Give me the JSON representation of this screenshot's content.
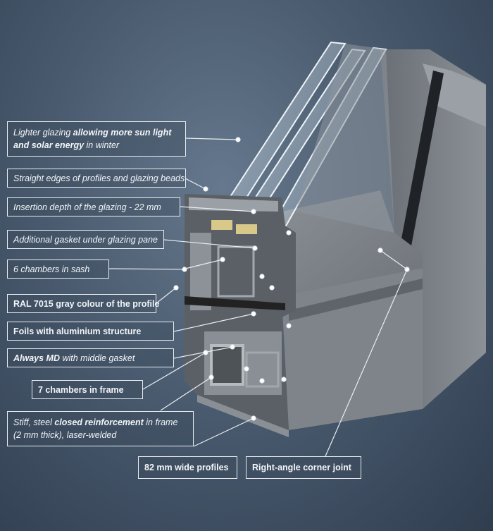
{
  "labels": {
    "glazing": [
      "Lighter glazing ",
      "allowing more sun light",
      "and solar energy",
      " in winter"
    ],
    "edges": "Straight edges of profiles and glazing beads",
    "insertion": "Insertion depth of the glazing - 22 mm",
    "gasket_pane": "Additional gasket under glazing pane",
    "chambers_sash": "6 chambers in sash",
    "ral_colour": "RAL 7015 gray colour of the profile",
    "foils": "Foils with aluminium structure",
    "md": [
      "Always MD",
      " with middle gasket"
    ],
    "chambers_frame": "7 chambers in frame",
    "reinforcement": [
      "Stiff, steel ",
      "closed reinforcement",
      " in frame",
      "(2 mm thick), laser-welded"
    ],
    "profiles_width": "82 mm wide profiles",
    "corner_joint": "Right-angle corner joint"
  },
  "colors": {
    "background": "#3f4f62",
    "profile": "#7d8287",
    "profile_dark": "#5d6268",
    "gasket": "#222222",
    "glass": "#bfd0dd",
    "spacer": "#d8c98a",
    "callout_border": "#e8edf2"
  }
}
